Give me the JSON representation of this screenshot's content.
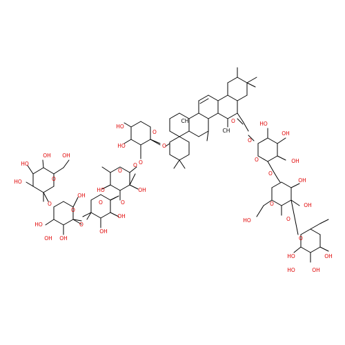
{
  "oxygen_labels": {
    "ho_sugar1_a": "HO",
    "oh_sugar1_b": "OH",
    "oh_sugar1_c": "OH",
    "ho_sugar1_d": "HO",
    "ho_sugar1_e": "HO",
    "o_sugar1_ring": "O",
    "o_link_12": "O",
    "oh_sugar2_a": "OH",
    "o_sugar2_ring": "O",
    "ho_sugar2_b": "HO",
    "oh_sugar2_c": "OH",
    "oh_sugar2_d": "OH",
    "o_link_23": "O",
    "o_sugar3_ring": "O",
    "oh_sugar3_a": "OH",
    "oh_sugar3_b": "OH",
    "o_sugar3_ext": "O",
    "o_link_34": "O",
    "o_sugar4_ring": "O",
    "ho_sugar4_a": "HO",
    "oh_sugar4_b": "OH",
    "o_link_45": "O",
    "ho_sugar5_a": "HO",
    "o_sugar5_ring": "O",
    "ho_sugar5_b": "HO",
    "o_link_aglycone": "O",
    "o_ester_carbonyl": "O",
    "o_ester": "O",
    "o_sugar6_ring": "O",
    "ho_sugar6_a": "HO",
    "oh_sugar6_b": "OH",
    "oh_sugar6_c": "OH",
    "o_link_67": "O",
    "o_sugar7_ring": "O",
    "oh_sugar7_a": "OH",
    "oh_sugar7_b": "OH",
    "ho_sugar7_c": "HO",
    "o_link_78": "O",
    "o_sugar8_ring": "O",
    "ho_sugar8_a": "HO",
    "ho_sugar8_b": "HO",
    "oh_sugar8_c": "OH",
    "oh_sugar8_d": "OH"
  },
  "carbon_labels": {
    "ch3_a": "CH",
    "ch3_a_sub": "3",
    "ch3_b": "CH",
    "ch3_b_sub": "3"
  },
  "colors": {
    "oxygen": "#e00000",
    "bond": "#000000",
    "background": "#ffffff"
  }
}
